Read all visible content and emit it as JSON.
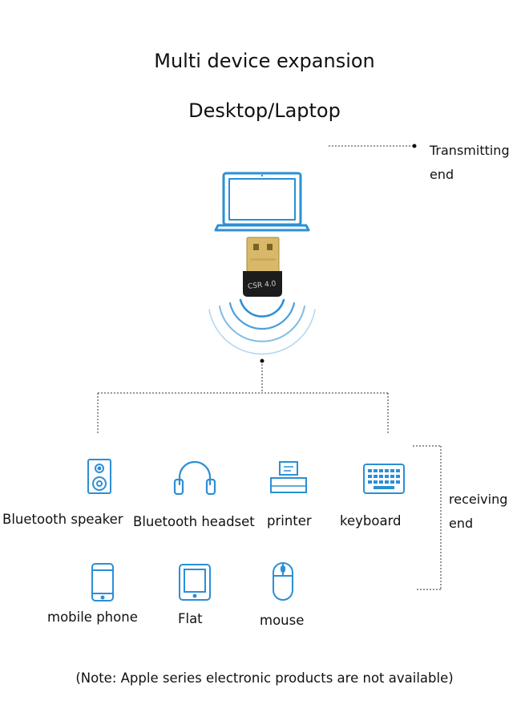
{
  "title": "Multi device expansion",
  "host": {
    "label": "Desktop/Laptop",
    "adapter_text": "CSR 4.0"
  },
  "transmitting_label": [
    "Transmitting",
    "end"
  ],
  "receiving_label": [
    "receiving",
    "end"
  ],
  "devices": [
    {
      "label": "Bluetooth speaker",
      "icon": "speaker-icon"
    },
    {
      "label": "Bluetooth headset",
      "icon": "headset-icon"
    },
    {
      "label": "printer",
      "icon": "printer-icon"
    },
    {
      "label": "keyboard",
      "icon": "keyboard-icon"
    },
    {
      "label": "mobile phone",
      "icon": "phone-icon"
    },
    {
      "label": "Flat",
      "icon": "tablet-icon"
    },
    {
      "label": "mouse",
      "icon": "mouse-icon"
    }
  ],
  "note": "(Note: Apple series electronic products are not available)",
  "colors": {
    "icon": "#2b8fd6",
    "line": "#333333",
    "adapter": "#1c1c1c",
    "gold": "#d8b96a"
  }
}
